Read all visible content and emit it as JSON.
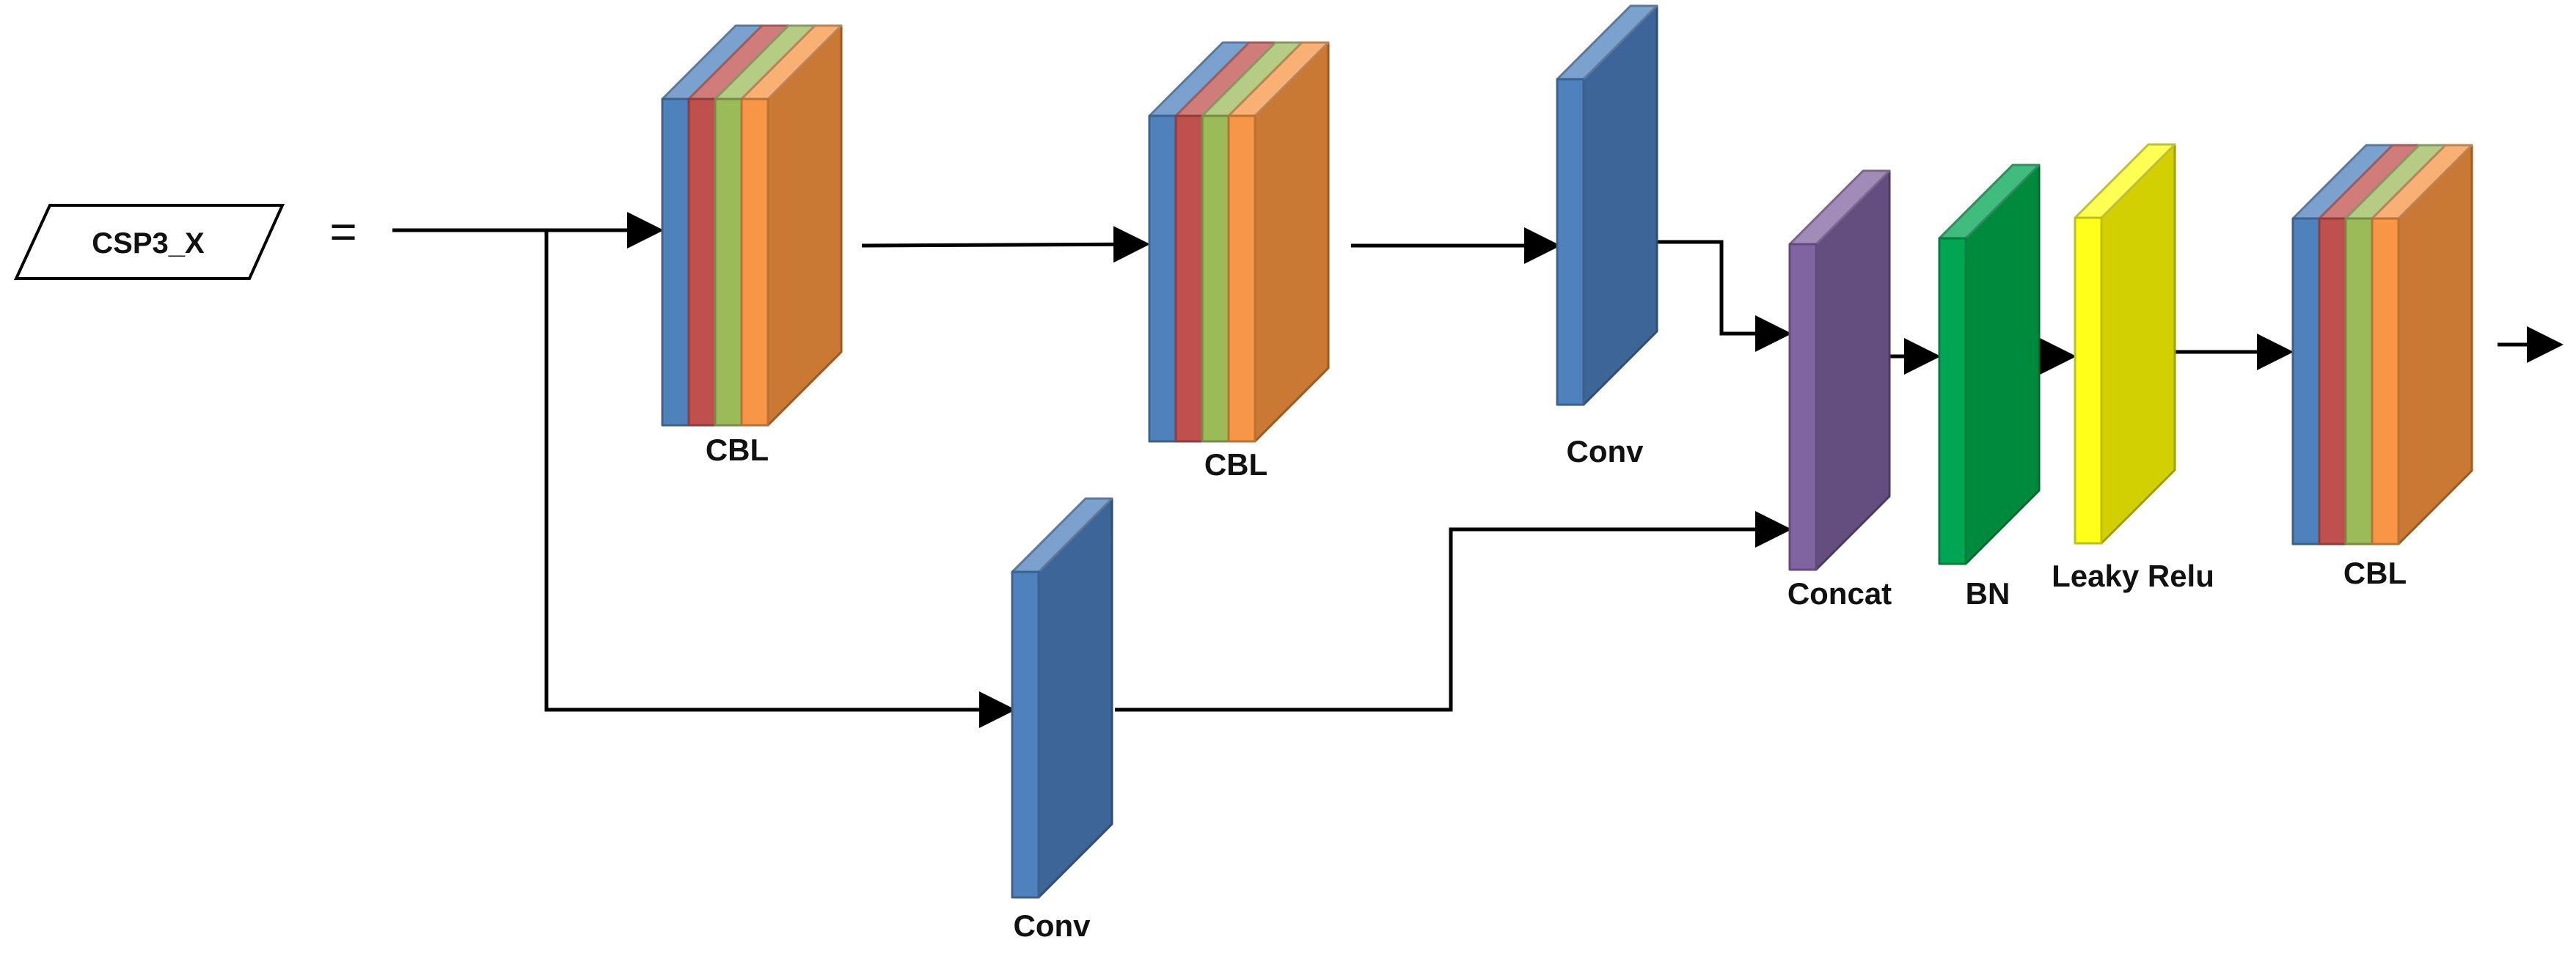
{
  "title_shape": {
    "label": "CSP3_X",
    "equals": "="
  },
  "labels": {
    "cbl_1": "CBL",
    "cbl_2": "CBL",
    "conv_top": "Conv",
    "conv_bottom": "Conv",
    "concat": "Concat",
    "bn": "BN",
    "leaky_relu": "Leaky Relu",
    "cbl_out": "CBL"
  },
  "colors": {
    "conv_blue": "#4F81BD",
    "conv_blue_side": "#3E6597",
    "cbl_red": "#C0504D",
    "cbl_green": "#9BBB59",
    "cbl_orange": "#F79646",
    "cbl_orange_side": "#C97933",
    "concat_purple": "#8064A2",
    "concat_purple_side": "#644E7F",
    "bn_green": "#00A651",
    "bn_green_side": "#008A3E",
    "leaky_yellow": "#FFFF1A",
    "leaky_yellow_side": "#D2D000",
    "arrow": "#000000"
  }
}
